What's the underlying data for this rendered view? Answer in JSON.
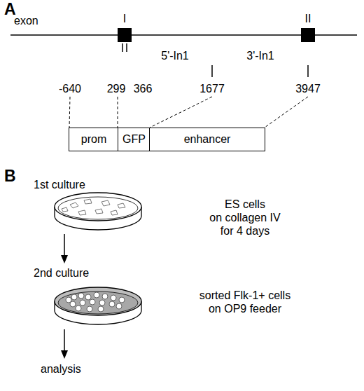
{
  "diagram": {
    "nodes": [
      {
        "text": [
          "prom"
        ]
      },
      {
        "text": [
          "GFP"
        ]
      },
      {
        "text": [
          "enhancer"
        ]
      }
    ],
    "labels": [
      "A",
      "exon",
      "I",
      "II",
      "5'-In1",
      "3'-In1",
      "-640",
      "299",
      "366",
      "1677",
      "3947",
      "B",
      "1st culture",
      "ES cells on collagen IV for 4 days",
      "2nd culture",
      "sorted Flk-1+ cells on OP9 feeder",
      "analysis"
    ]
  }
}
